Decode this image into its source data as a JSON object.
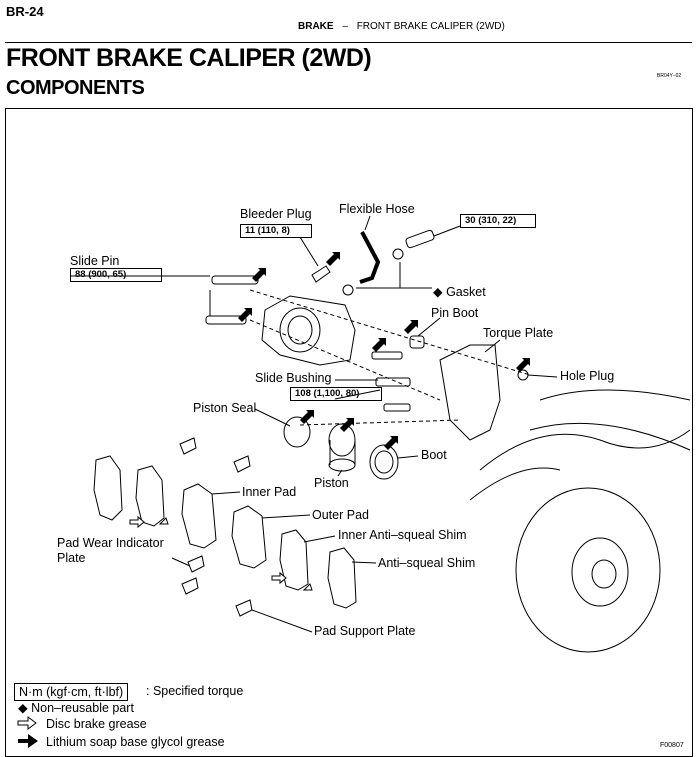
{
  "page_number": "BR-24",
  "header": {
    "section": "BRAKE",
    "separator": "–",
    "subsection": "FRONT BRAKE CALIPER (2WD)"
  },
  "title": "FRONT BRAKE CALIPER (2WD)",
  "subtitle": "COMPONENTS",
  "doc_code": "BR04Y–02",
  "figure_code": "F00807",
  "labels": {
    "bleeder_plug": "Bleeder Plug",
    "bleeder_plug_torque": "11 (110, 8)",
    "flexible_hose": "Flexible Hose",
    "hose_bolt_torque": "30 (310, 22)",
    "slide_pin": "Slide Pin",
    "slide_pin_torque": "88 (900, 65)",
    "gasket": "◆ Gasket",
    "pin_boot": "Pin Boot",
    "torque_plate": "Torque Plate",
    "hole_plug": "Hole Plug",
    "slide_bushing": "Slide Bushing",
    "torque_plate_torque": "108 (1,100, 80)",
    "piston_seal": "Piston Seal",
    "boot": "Boot",
    "piston": "Piston",
    "inner_pad": "Inner Pad",
    "outer_pad": "Outer Pad",
    "inner_anti_squeal_shim": "Inner Anti–squeal Shim",
    "pad_wear_indicator_1": "Pad Wear Indicator",
    "pad_wear_indicator_2": "Plate",
    "anti_squeal_shim": "Anti–squeal Shim",
    "pad_support_plate": "Pad Support Plate"
  },
  "legend": {
    "torque_unit": "N·m (kgf·cm, ft·lbf)",
    "torque_desc": ": Specified torque",
    "non_reusable": "◆ Non–reusable part",
    "disc_grease": "Disc brake grease",
    "lithium_grease": "Lithium soap base glycol grease"
  }
}
